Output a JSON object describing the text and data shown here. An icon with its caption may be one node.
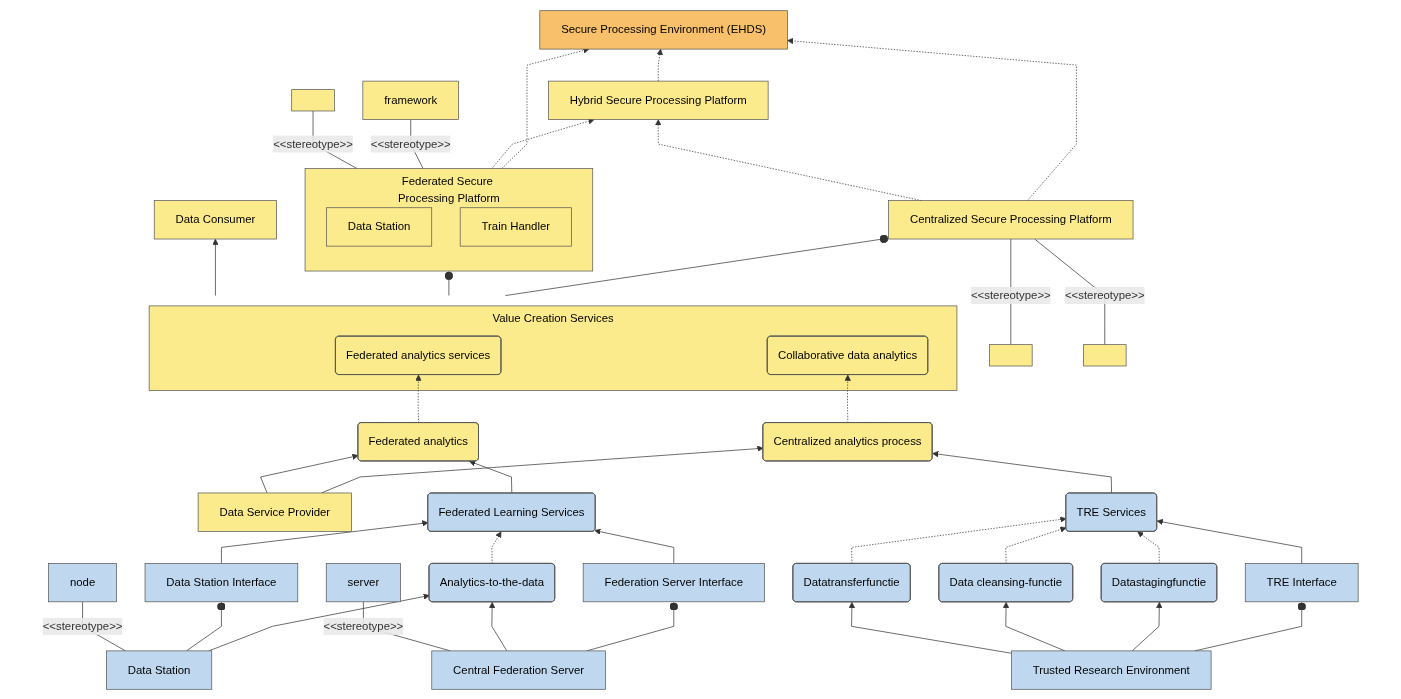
{
  "diagram": {
    "nodes": [
      {
        "text": [
          "Secure Processing Environment (EHDS)"
        ]
      },
      {
        "text": [],
        "shape": "box"
      },
      {
        "text": [],
        "shape": "box"
      },
      {
        "text": [
          "Centralized Secure Processing Platform"
        ]
      },
      {
        "text": [
          "Hybrid Secure Processing Platform"
        ]
      },
      {
        "text": [
          "Federated Secure Processing Platform"
        ]
      },
      {
        "text": [
          "Data Station"
        ],
        "in": 5
      },
      {
        "text": [
          "Train Handler"
        ],
        "in": 5
      },
      {
        "text": [
          "framework"
        ]
      },
      {
        "text": [],
        "shape": "box"
      },
      {
        "text": [
          "Value Creation Services"
        ]
      },
      {
        "text": [
          "Data Consumer"
        ]
      },
      {
        "text": [
          "Collaborative data analytics"
        ],
        "in": 10
      },
      {
        "text": [
          "Federated analytics services"
        ],
        "in": 10
      },
      {
        "text": [
          "Centralized analytics process"
        ]
      },
      {
        "text": [
          "Data Service Provider"
        ]
      },
      {
        "text": [
          "Federated analytics"
        ]
      },
      {
        "text": [
          "TRE Interface"
        ]
      },
      {
        "text": [
          "TRE Services"
        ]
      },
      {
        "text": [
          "Federation Server Interface"
        ]
      },
      {
        "text": [
          "Federated Learning Services"
        ]
      },
      {
        "text": [
          "Data Station Interface"
        ]
      },
      {
        "text": [
          "Trusted Research Environment"
        ]
      },
      {
        "text": [
          "Datastagingfunctie"
        ]
      },
      {
        "text": [
          "Central Federation Server"
        ]
      },
      {
        "text": [
          "Analytics-to-the-data"
        ]
      },
      {
        "text": [
          "Data Station"
        ]
      },
      {
        "text": [
          "Data cleansing-functie"
        ]
      },
      {
        "text": [
          "Datatransferfunctie"
        ]
      },
      {
        "text": [
          "server"
        ]
      },
      {
        "text": [
          "node"
        ]
      }
    ],
    "edges": [
      {
        "from": 3,
        "to": 0,
        "arrow": "to",
        "style": "dashed"
      },
      {
        "from": 4,
        "to": 0,
        "arrow": "to",
        "style": "dashed"
      },
      {
        "from": 5,
        "to": 0,
        "arrow": "to",
        "style": "dashed"
      },
      {
        "from": 3,
        "to": 4,
        "arrow": "to",
        "style": "dashed"
      },
      {
        "from": 5,
        "to": 4,
        "arrow": "to",
        "style": "dashed"
      },
      {
        "from": 1,
        "to": 3,
        "arrow": "none",
        "label": "<<stereotype>>"
      },
      {
        "from": 2,
        "to": 3,
        "arrow": "none",
        "label": "<<stereotype>>"
      },
      {
        "from": 5,
        "to": 8,
        "arrow": "none",
        "label": "<<stereotype>>"
      },
      {
        "from": 5,
        "to": 9,
        "arrow": "none",
        "label": "<<stereotype>>"
      },
      {
        "from": 10,
        "to": 3,
        "arrow": "other"
      },
      {
        "from": 10,
        "to": 5,
        "arrow": "other"
      },
      {
        "from": 10,
        "to": 11,
        "arrow": "to"
      },
      {
        "from": 14,
        "to": 12,
        "arrow": "to",
        "style": "dashed"
      },
      {
        "from": 16,
        "to": 13,
        "arrow": "to",
        "style": "dashed"
      },
      {
        "from": 15,
        "to": 14,
        "arrow": "to"
      },
      {
        "from": 15,
        "to": 16,
        "arrow": "to"
      },
      {
        "from": 18,
        "to": 14,
        "arrow": "to"
      },
      {
        "from": 17,
        "to": 18,
        "arrow": "to"
      },
      {
        "from": 22,
        "to": 17,
        "arrow": "other"
      },
      {
        "from": 22,
        "to": 23,
        "arrow": "to"
      },
      {
        "from": 22,
        "to": 27,
        "arrow": "to"
      },
      {
        "from": 22,
        "to": 28,
        "arrow": "to"
      },
      {
        "from": 23,
        "to": 18,
        "arrow": "to",
        "style": "dashed"
      },
      {
        "from": 27,
        "to": 18,
        "arrow": "to",
        "style": "dashed"
      },
      {
        "from": 28,
        "to": 18,
        "arrow": "to",
        "style": "dashed"
      },
      {
        "from": 20,
        "to": 16,
        "arrow": "to"
      },
      {
        "from": 19,
        "to": 20,
        "arrow": "to"
      },
      {
        "from": 21,
        "to": 20,
        "arrow": "to"
      },
      {
        "from": 24,
        "to": 19,
        "arrow": "other"
      },
      {
        "from": 24,
        "to": 25,
        "arrow": "to"
      },
      {
        "from": 26,
        "to": 25,
        "arrow": "to"
      },
      {
        "from": 25,
        "to": 20,
        "arrow": "to",
        "style": "dashed"
      },
      {
        "from": 26,
        "to": 21,
        "arrow": "other"
      },
      {
        "from": 24,
        "to": 29,
        "arrow": "none",
        "label": "<<stereotype>>"
      },
      {
        "from": 26,
        "to": 30,
        "arrow": "none",
        "label": "<<stereotype>>"
      }
    ]
  }
}
